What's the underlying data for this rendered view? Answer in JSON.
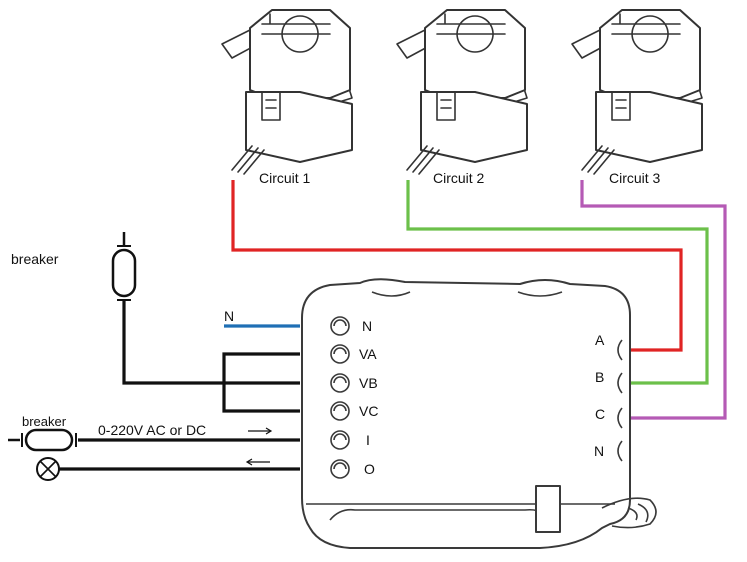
{
  "circuits": [
    "Circuit 1",
    "Circuit 2",
    "Circuit 3"
  ],
  "breaker_labels": [
    "breaker",
    "breaker"
  ],
  "supply_label": "0-220V AC or DC",
  "left_terminals": [
    "N",
    "VA",
    "VB",
    "VC",
    "I",
    "O"
  ],
  "right_terminals": [
    "A",
    "B",
    "C",
    "N"
  ],
  "neutral_label": "N",
  "colors": {
    "circuit1": "#e02424",
    "circuit2": "#6cc04a",
    "circuit3": "#b55ab5",
    "neutral": "#1f6fb5",
    "line": "#111111"
  }
}
